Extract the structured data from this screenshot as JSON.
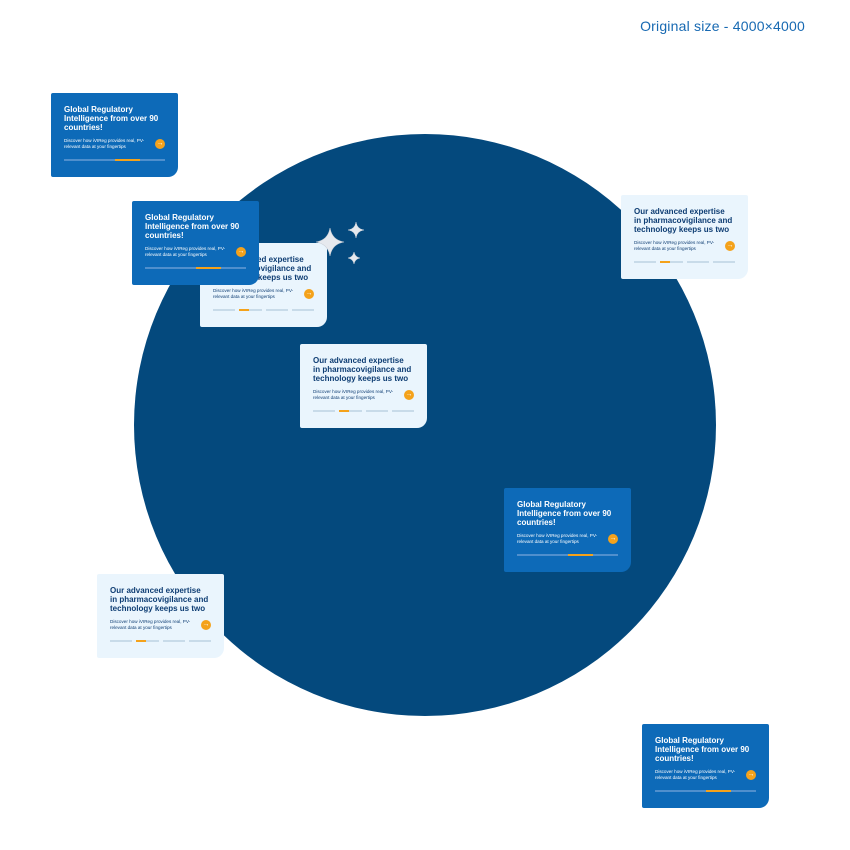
{
  "header": {
    "size_label": "Original size - 4000×4000"
  },
  "colors": {
    "circle": "#04497d",
    "dark_card": "#0d6ab8",
    "light_card": "#eaf5fd",
    "accent": "#f4a21b"
  },
  "cards": {
    "dark": {
      "title": "Global Regulatory Intelligence from over 90 countries!",
      "desc": "Discover how iVIReg provides real, PV-relevant data at your fingertips",
      "icon": "arrow-right-icon"
    },
    "light": {
      "title": "Our advanced expertise in pharmacovigilance and technology keeps us two",
      "desc": "Discover how iVIReg provides real, PV-relevant data at your fingertips",
      "icon": "arrow-right-icon"
    }
  },
  "decor": {
    "icon": "sparkle-icon"
  }
}
